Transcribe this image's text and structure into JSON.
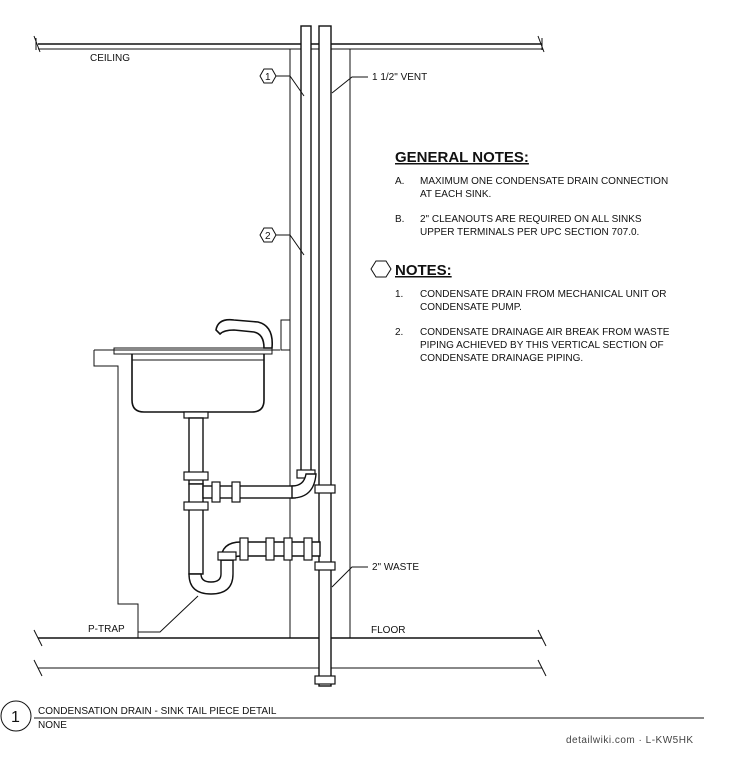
{
  "labels": {
    "ceiling": "CEILING",
    "floor": "FLOOR",
    "vent": "1 1/2\" VENT",
    "waste": "2\" WASTE",
    "ptrap": "P-TRAP"
  },
  "keynote_tags": [
    "1",
    "2"
  ],
  "general_notes": {
    "heading": "GENERAL NOTES:",
    "items": [
      {
        "key": "A.",
        "lines": [
          "MAXIMUM ONE CONDENSATE DRAIN CONNECTION",
          "AT EACH SINK."
        ]
      },
      {
        "key": "B.",
        "lines": [
          "2\" CLEANOUTS ARE REQUIRED ON ALL SINKS",
          "UPPER TERMINALS PER UPC SECTION 707.0."
        ]
      }
    ]
  },
  "notes": {
    "heading": "NOTES:",
    "items": [
      {
        "key": "1.",
        "lines": [
          "CONDENSATE DRAIN FROM MECHANICAL UNIT OR",
          "CONDENSATE PUMP."
        ]
      },
      {
        "key": "2.",
        "lines": [
          "CONDENSATE DRAINAGE AIR BREAK FROM WASTE",
          "PIPING ACHIEVED BY THIS VERTICAL SECTION OF",
          "CONDENSATE DRAINAGE PIPING."
        ]
      }
    ]
  },
  "title_block": {
    "number": "1",
    "title": "CONDENSATION DRAIN - SINK TAIL PIECE DETAIL",
    "scale": "NONE"
  },
  "watermark": "detailwiki.com · L-KW5HK"
}
